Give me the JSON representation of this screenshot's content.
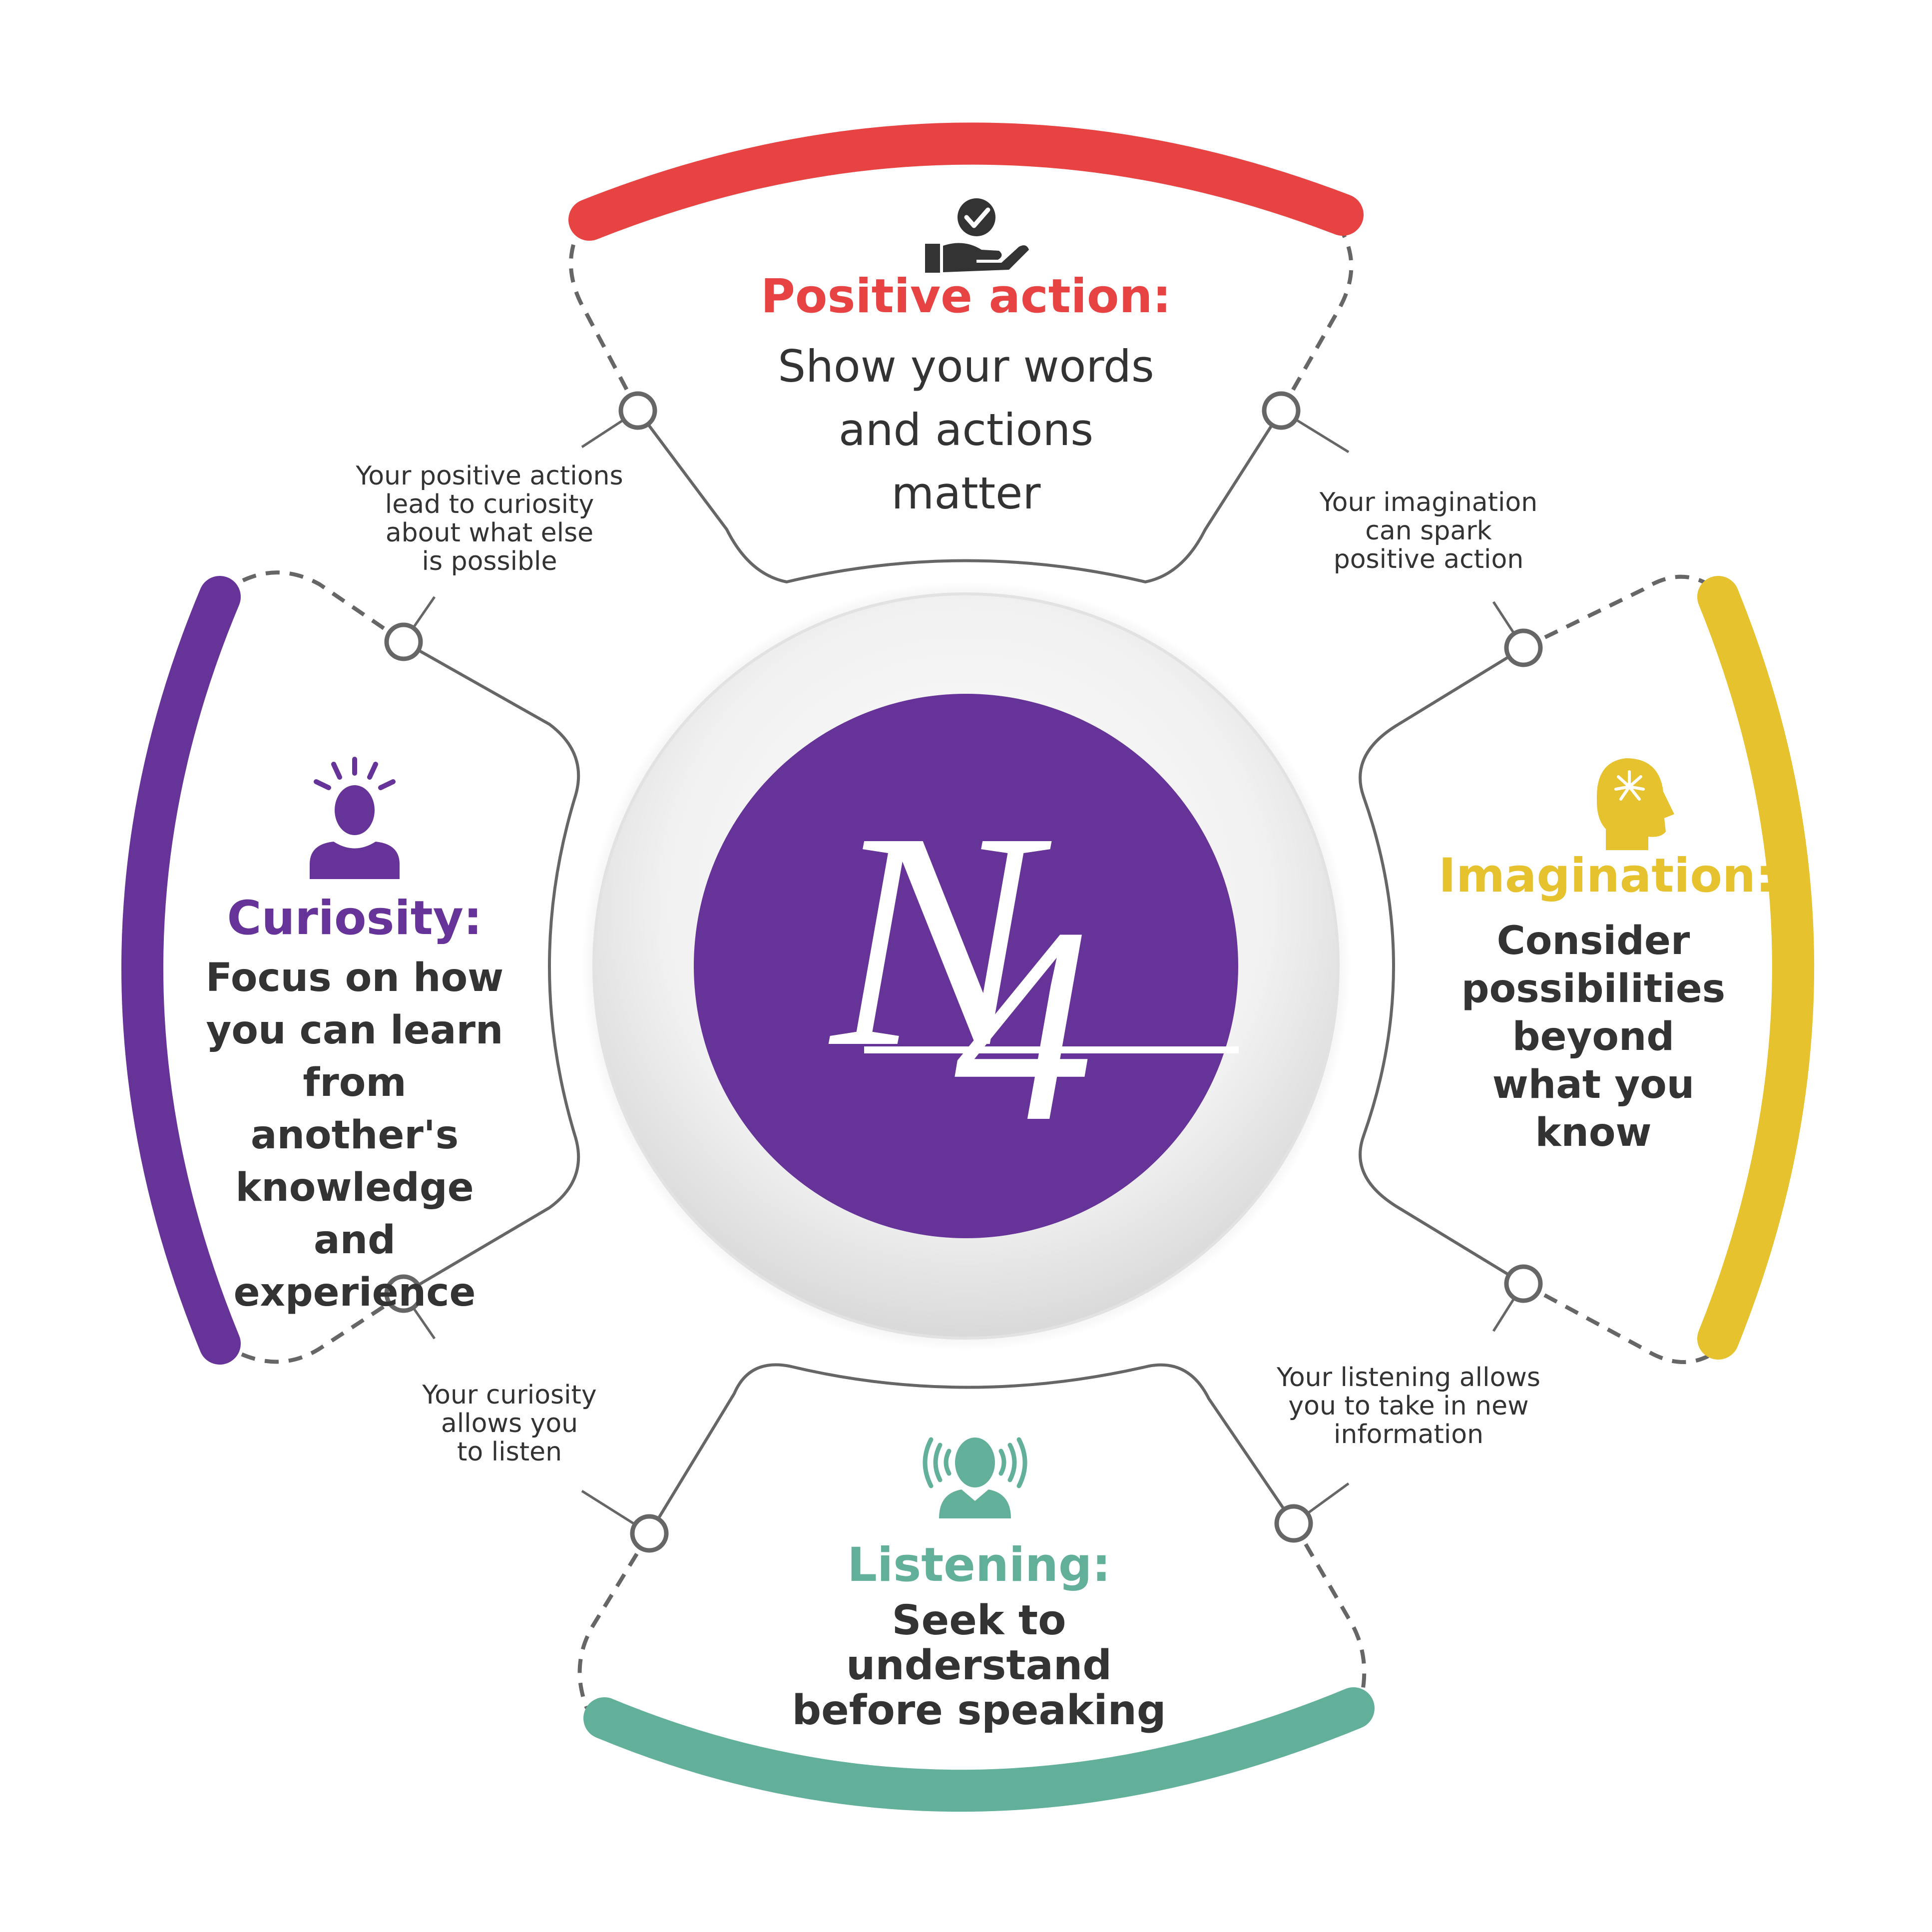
{
  "center_logo": {
    "letter": "N",
    "digit": "4",
    "colors": {
      "circle": "#663399",
      "glyph": "#ffffff"
    }
  },
  "sections": [
    {
      "id": "positive-action",
      "heading": "Positive action:",
      "description": [
        "Show your words",
        "and actions",
        "matter"
      ],
      "color": "#e84343",
      "icon": "hand-check-icon"
    },
    {
      "id": "imagination",
      "heading": "Imagination:",
      "description": [
        "Consider",
        "possibilities",
        "beyond",
        "what you know"
      ],
      "color": "#e6c22f",
      "icon": "head-spark-icon"
    },
    {
      "id": "listening",
      "heading": "Listening:",
      "description": [
        "Seek to",
        "understand",
        "before speaking"
      ],
      "color": "#63b09a",
      "icon": "person-sound-waves-icon"
    },
    {
      "id": "curiosity",
      "heading": "Curiosity:",
      "description": [
        "Focus on how",
        "you can learn",
        "from another's",
        "knowledge and",
        "experience"
      ],
      "color": "#663399",
      "icon": "person-idea-rays-icon"
    }
  ],
  "connectors": [
    {
      "id": "action-to-curiosity",
      "lines": [
        "Your positive actions",
        "lead to curiosity",
        "about what else",
        "is possible"
      ]
    },
    {
      "id": "imagination-to-action",
      "lines": [
        "Your imagination",
        "can spark",
        "positive action"
      ]
    },
    {
      "id": "listening-to-imagination",
      "lines": [
        "Your listening allows",
        "you to take in new",
        "information"
      ]
    },
    {
      "id": "curiosity-to-listening",
      "lines": [
        "Your curiosity",
        "allows you",
        "to listen"
      ]
    }
  ],
  "text_color": "#333333",
  "line_color": "#666666"
}
